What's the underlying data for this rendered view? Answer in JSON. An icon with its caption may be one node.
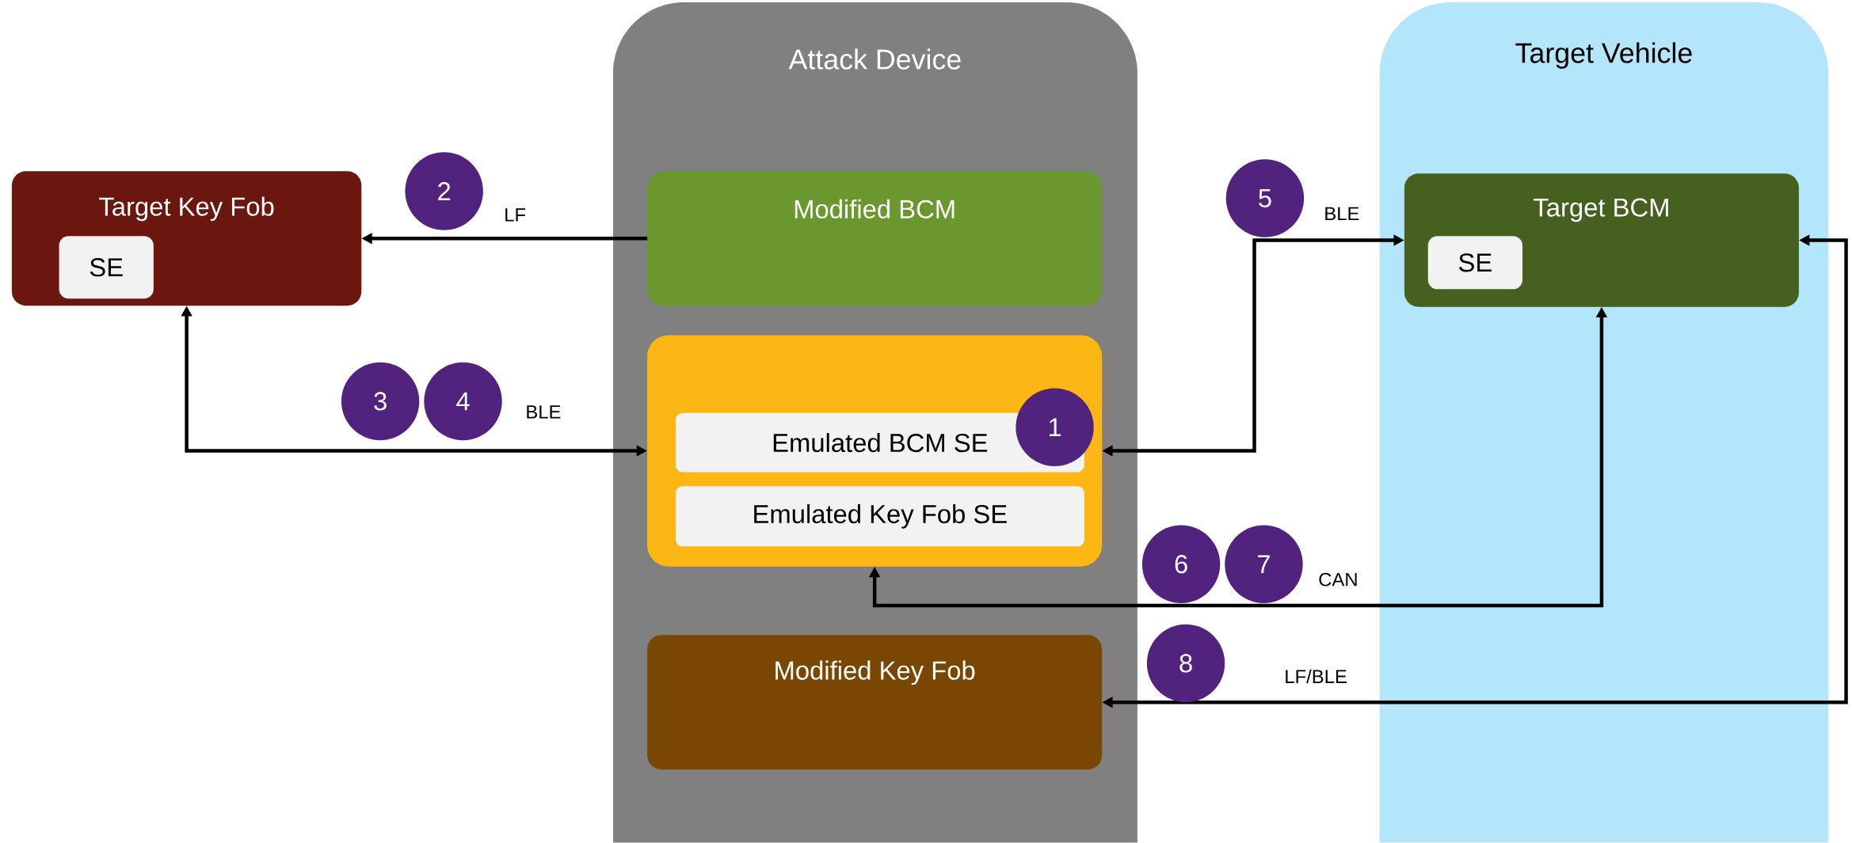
{
  "diagram": {
    "nodes": [
      {
        "text": [
          "Target Key Fob"
        ]
      },
      {
        "text": [
          "SE"
        ],
        "in": 0
      },
      {
        "text": [
          "Attack Device"
        ]
      },
      {
        "text": [
          "Modified BCM"
        ],
        "in": 2
      },
      {
        "text": [],
        "shape": "box",
        "in": 2
      },
      {
        "text": [
          "Emulated BCM SE"
        ],
        "in": 4
      },
      {
        "text": [
          "Emulated Key Fob SE"
        ],
        "in": 4
      },
      {
        "text": [
          "Modified Key Fob"
        ],
        "in": 2
      },
      {
        "text": [
          "Target Vehicle"
        ]
      },
      {
        "text": [
          "Target BCM"
        ],
        "in": 8
      },
      {
        "text": [
          "SE"
        ],
        "in": 9
      }
    ],
    "edges": [
      {
        "from": 3,
        "to": 0,
        "arrow": "to",
        "label": "LF"
      },
      {
        "from": 0,
        "to": 4,
        "arrow": "both",
        "label": "BLE"
      },
      {
        "from": 9,
        "to": 4,
        "arrow": "both",
        "label": "BLE"
      },
      {
        "from": 9,
        "to": 4,
        "arrow": "both",
        "label": "CAN"
      },
      {
        "from": 9,
        "to": 7,
        "arrow": "both",
        "label": "LF/BLE"
      }
    ],
    "labels": [
      "1",
      "2",
      "3",
      "4",
      "5",
      "6",
      "7",
      "8"
    ]
  }
}
